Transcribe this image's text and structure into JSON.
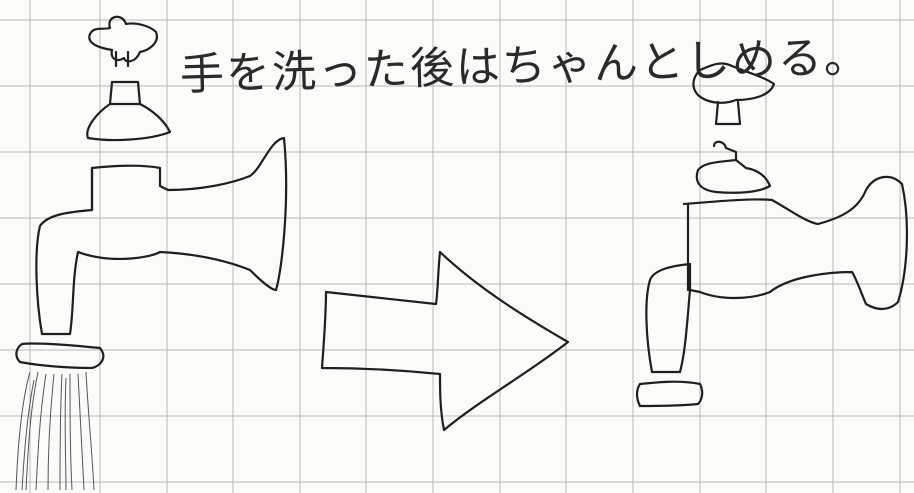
{
  "caption": "手を洗った後はちゃんとしめる。",
  "colors": {
    "paper": "#fbfbf9",
    "grid": "#b9b9b9",
    "ink": "#1f1f1f"
  },
  "scene": {
    "left_faucet_state": "open",
    "right_faucet_state": "closed"
  }
}
